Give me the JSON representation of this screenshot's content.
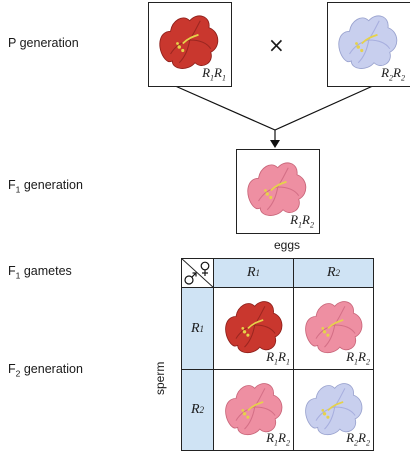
{
  "labels": {
    "p_generation": "P generation",
    "f1_generation_prefix": "F",
    "f1_generation_sub": "1",
    "f1_generation_suffix": " generation",
    "f1_gametes_prefix": "F",
    "f1_gametes_sub": "1",
    "f1_gametes_suffix": " gametes",
    "f2_generation_prefix": "F",
    "f2_generation_sub": "2",
    "f2_generation_suffix": " generation",
    "eggs": "eggs",
    "sperm": "sperm",
    "cross_symbol": "×"
  },
  "genotypes": {
    "r": "R",
    "s1": "1",
    "s2": "2"
  },
  "colors": {
    "red_flower": "#c9372e",
    "pink_flower": "#ee8fa2",
    "white_flower": "#c8cfee",
    "header_fill": "#cfe3f4"
  },
  "icons": {
    "red": "red-flower-icon",
    "pink": "pink-flower-icon",
    "white": "white-flower-icon"
  }
}
